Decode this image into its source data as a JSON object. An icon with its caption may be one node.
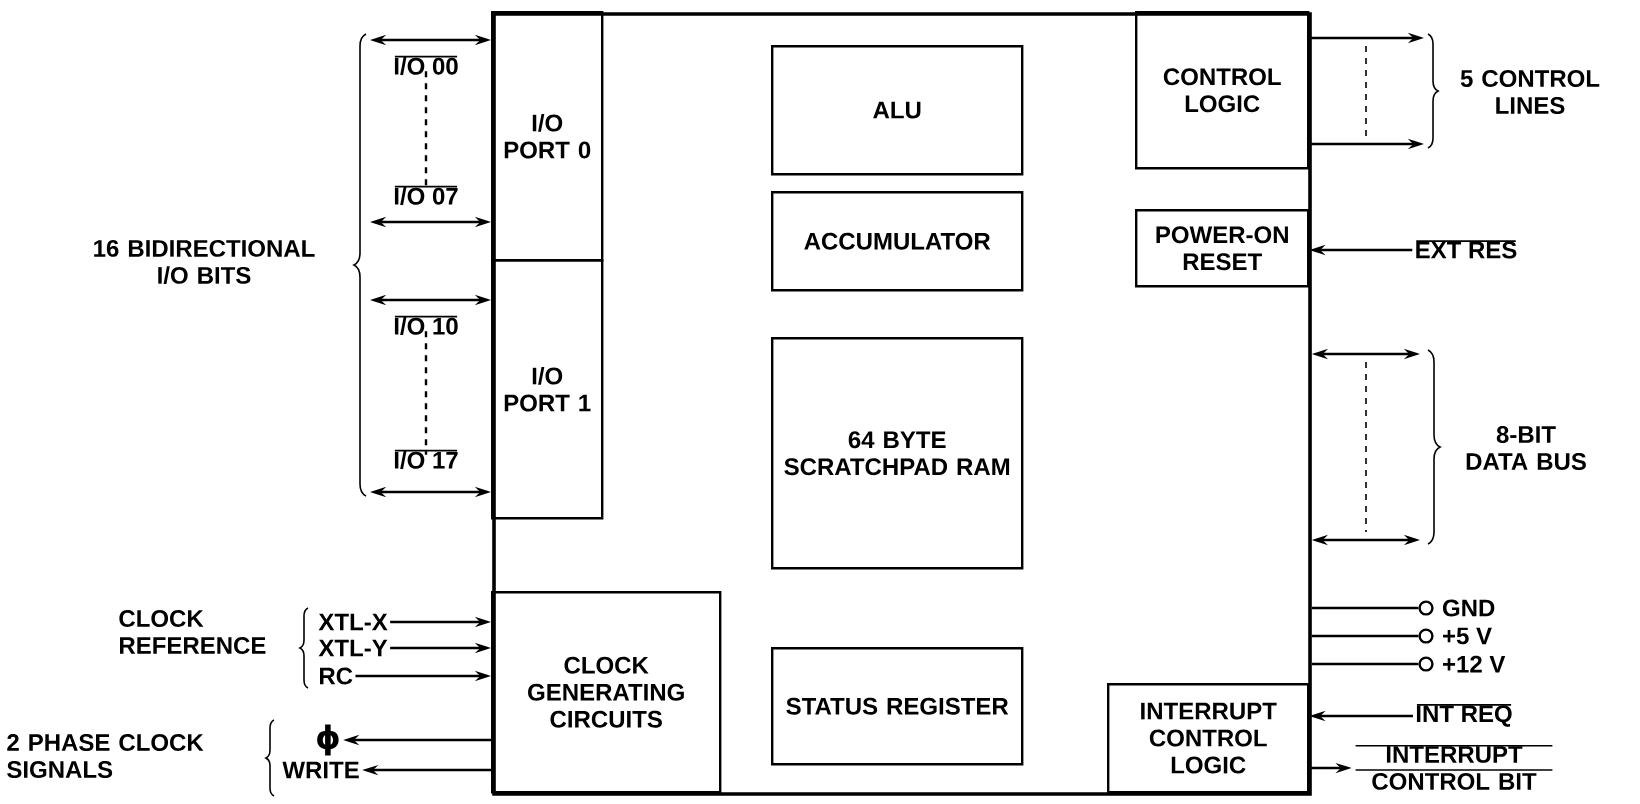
{
  "diagram": {
    "nodes": [
      {
        "text": [],
        "shape": "box"
      },
      {
        "text": [
          "I/O PORT 0"
        ],
        "in": 0
      },
      {
        "text": [
          "I/O PORT 1"
        ],
        "in": 0
      },
      {
        "text": [
          "ALU"
        ],
        "in": 0
      },
      {
        "text": [
          "CONTROL LOGIC"
        ],
        "in": 0
      },
      {
        "text": [
          "ACCUMULATOR"
        ],
        "in": 0
      },
      {
        "text": [
          "POWER-ON RESET"
        ],
        "in": 0
      },
      {
        "text": [
          "64 BYTE SCRATCHPAD RAM"
        ],
        "in": 0
      },
      {
        "text": [
          "CLOCK GENERATING CIRCUITS"
        ],
        "in": 0
      },
      {
        "text": [
          "STATUS REGISTER"
        ],
        "in": 0
      },
      {
        "text": [
          "INTERRUPT CONTROL LOGIC"
        ],
        "in": 0
      },
      {
        "text": [
          "XTL-X"
        ]
      },
      {
        "text": [
          "XTL-Y"
        ]
      },
      {
        "text": [
          "RC"
        ]
      },
      {
        "text": [
          "ϕ"
        ]
      },
      {
        "text": [
          "WRITE"
        ]
      },
      {
        "text": [
          "EXT RES"
        ]
      },
      {
        "text": [],
        "shape": "circle",
        "beside": [
          "GND"
        ]
      },
      {
        "text": [],
        "shape": "circle",
        "beside": [
          "+5 V"
        ]
      },
      {
        "text": [],
        "shape": "circle",
        "beside": [
          "+12 V"
        ]
      },
      {
        "text": [
          "INT REQ"
        ]
      },
      {
        "text": [
          "INTERRUPT CONTROL BIT"
        ]
      },
      {
        "text": [
          "I/O 00"
        ]
      },
      {
        "text": [
          "I/O 07"
        ]
      },
      {
        "text": [
          "I/O 10"
        ]
      },
      {
        "text": [
          "I/O 17"
        ]
      }
    ],
    "edges": [
      {
        "from": 22,
        "to": 1,
        "arrow": "both"
      },
      {
        "from": 23,
        "to": 1,
        "arrow": "both"
      },
      {
        "from": 24,
        "to": 2,
        "arrow": "both"
      },
      {
        "from": 25,
        "to": 2,
        "arrow": "both"
      },
      {
        "from": 11,
        "to": 8,
        "arrow": "to"
      },
      {
        "from": 12,
        "to": 8,
        "arrow": "to"
      },
      {
        "from": 13,
        "to": 8,
        "arrow": "to"
      },
      {
        "from": 8,
        "to": 14,
        "arrow": "to"
      },
      {
        "from": 8,
        "to": 15,
        "arrow": "to"
      },
      {
        "from": 4,
        "to": null,
        "arrow": "to"
      },
      {
        "from": 4,
        "to": null,
        "arrow": "to"
      },
      {
        "from": 16,
        "to": 6,
        "arrow": "to"
      },
      {
        "from": 0,
        "to": null,
        "arrow": "both"
      },
      {
        "from": 0,
        "to": null,
        "arrow": "both"
      },
      {
        "from": 0,
        "to": 17,
        "arrow": "none"
      },
      {
        "from": 0,
        "to": 18,
        "arrow": "none"
      },
      {
        "from": 0,
        "to": 19,
        "arrow": "none"
      },
      {
        "from": 20,
        "to": 10,
        "arrow": "to"
      },
      {
        "from": 10,
        "to": 21,
        "arrow": "to"
      },
      {
        "from": 22,
        "to": 23,
        "arrow": "none",
        "style": "dashed"
      },
      {
        "from": 24,
        "to": 25,
        "arrow": "none",
        "style": "dashed"
      }
    ],
    "labels": [
      "16 BIDIRECTIONAL I/O BITS",
      "5 CONTROL LINES",
      "8-BIT DATA BUS",
      "CLOCK REFERENCE",
      "2 PHASE CLOCK SIGNALS"
    ]
  }
}
